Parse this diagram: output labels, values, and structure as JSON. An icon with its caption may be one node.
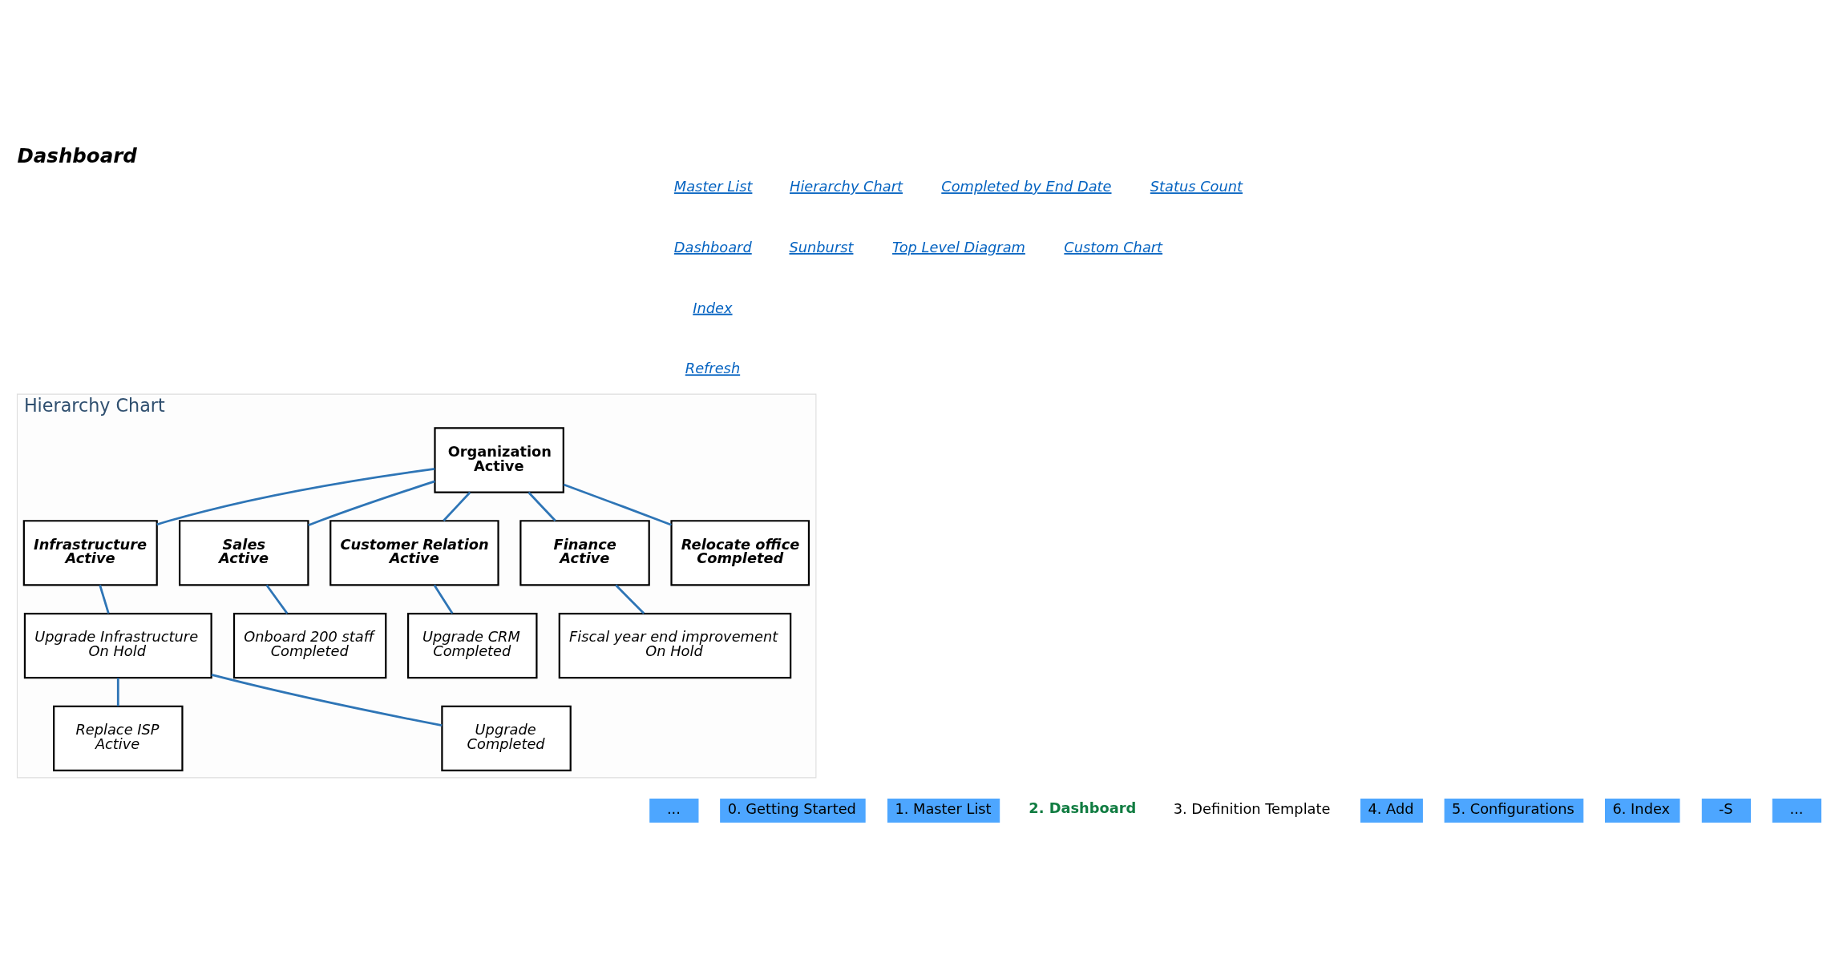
{
  "diagram": {
    "title": "Dashboard",
    "nodes": [
      {
        "text": [
          "Hierarchy Chart"
        ]
      },
      {
        "text": [
          "Organization",
          "Active"
        ],
        "in": 0
      },
      {
        "text": [
          "Infrastructure",
          "Active"
        ],
        "in": 0
      },
      {
        "text": [
          "Sales",
          "Active"
        ],
        "in": 0
      },
      {
        "text": [
          "Customer Relation",
          "Active"
        ],
        "in": 0
      },
      {
        "text": [
          "Finance",
          "Active"
        ],
        "in": 0
      },
      {
        "text": [
          "Relocate office",
          "Completed"
        ],
        "in": 0
      },
      {
        "text": [
          "Upgrade Infrastructure",
          "On Hold"
        ],
        "in": 0
      },
      {
        "text": [
          "Onboard 200 staff",
          "Completed"
        ],
        "in": 0
      },
      {
        "text": [
          "Upgrade CRM",
          "Completed"
        ],
        "in": 0
      },
      {
        "text": [
          "Fiscal year end improvement",
          "On Hold"
        ],
        "in": 0
      },
      {
        "text": [
          "Replace ISP",
          "Active"
        ],
        "in": 0
      },
      {
        "text": [
          "Upgrade",
          "Completed"
        ],
        "in": 0
      }
    ],
    "edges": [
      {
        "from": 1,
        "to": 2,
        "arrow": "none",
        "color": "#2e75b6"
      },
      {
        "from": 1,
        "to": 3,
        "arrow": "none",
        "color": "#2e75b6"
      },
      {
        "from": 1,
        "to": 4,
        "arrow": "none",
        "color": "#2e75b6"
      },
      {
        "from": 1,
        "to": 5,
        "arrow": "none",
        "color": "#2e75b6"
      },
      {
        "from": 1,
        "to": 6,
        "arrow": "none",
        "color": "#2e75b6"
      },
      {
        "from": 2,
        "to": 7,
        "arrow": "none",
        "color": "#2e75b6"
      },
      {
        "from": 3,
        "to": 8,
        "arrow": "none",
        "color": "#2e75b6"
      },
      {
        "from": 4,
        "to": 9,
        "arrow": "none",
        "color": "#2e75b6"
      },
      {
        "from": 5,
        "to": 10,
        "arrow": "none",
        "color": "#2e75b6"
      },
      {
        "from": 7,
        "to": 11,
        "arrow": "none",
        "color": "#2e75b6"
      },
      {
        "from": 7,
        "to": 12,
        "arrow": "none",
        "color": "#2e75b6"
      }
    ],
    "labels": [
      "Master List",
      "Dashboard",
      "Index",
      "Hierarchy Chart",
      "Completed by End Date",
      "Status Count",
      "Sunburst",
      "Top Level Diagram",
      "Custom Chart",
      "Refresh",
      "...",
      "0. Getting Started",
      "1. Master List",
      "2. Dashboard",
      "3. Definition Template",
      "4. Add",
      "5. Configurations",
      "6. Index",
      "-S",
      "..."
    ]
  }
}
